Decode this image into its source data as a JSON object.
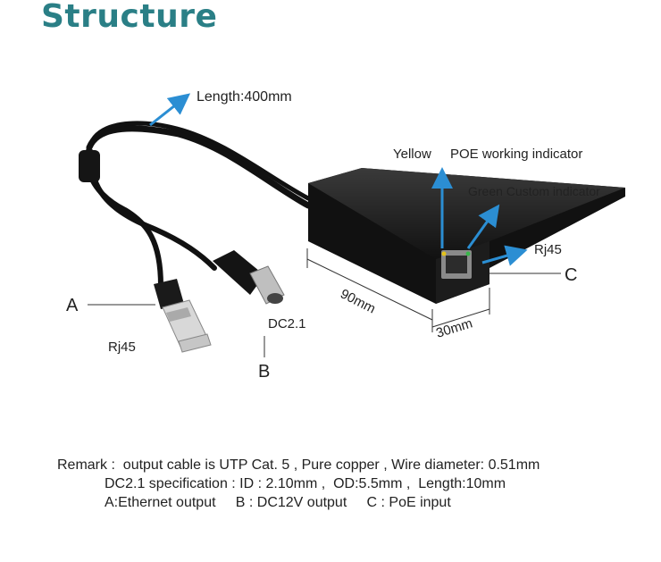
{
  "title": "Structure",
  "labels": {
    "length": "Length:400mm",
    "yellow": "Yellow",
    "poe_working": "POE working indicator",
    "green_custom": "Green Custom indicator",
    "rj45_right": "Rj45",
    "c": "C",
    "a": "A",
    "rj45_left": "Rj45",
    "dc": "DC2.1",
    "b": "B",
    "dim_90": "90mm",
    "dim_30": "30mm"
  },
  "remarks": {
    "line1": "Remark :  output cable is UTP Cat. 5 , Pure copper , Wire diameter: 0.51mm",
    "line2": "DC2.1 specification : ID : 2.10mm ,  OD:5.5mm ,  Length:10mm",
    "line3": "A:Ethernet output     B : DC12V output     C : PoE input"
  },
  "colors": {
    "title": "#2a7f86",
    "arrow": "#2b8ed3",
    "device": "#1a1a1a"
  }
}
